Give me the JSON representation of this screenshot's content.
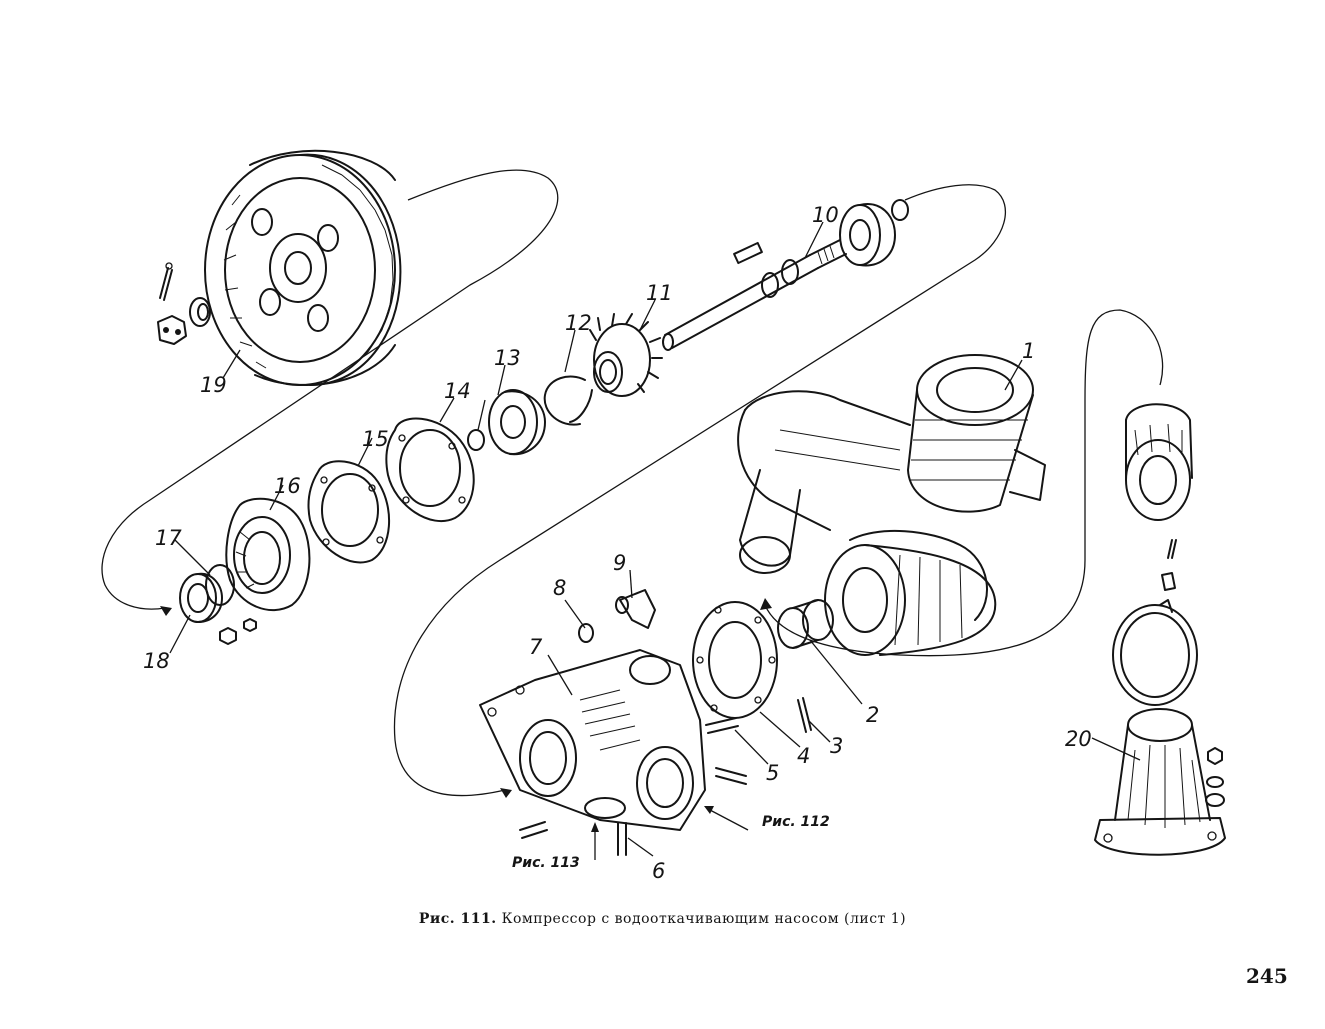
{
  "figure": {
    "caption_label": "Рис. 111.",
    "caption_text": "Компрессор с водооткачивающим насосом (лист 1)",
    "page_number": "245"
  },
  "callouts": {
    "c1": "1",
    "c2": "2",
    "c3": "3",
    "c4": "4",
    "c5": "5",
    "c6": "6",
    "c7": "7",
    "c8": "8",
    "c9": "9",
    "c10": "10",
    "c11": "11",
    "c12": "12",
    "c13": "13",
    "c14": "14",
    "c15": "15",
    "c16": "16",
    "c17": "17",
    "c18": "18",
    "c19": "19",
    "c20": "20"
  },
  "references": {
    "fig112": "Рис. 112",
    "fig113": "Рис. 113"
  }
}
